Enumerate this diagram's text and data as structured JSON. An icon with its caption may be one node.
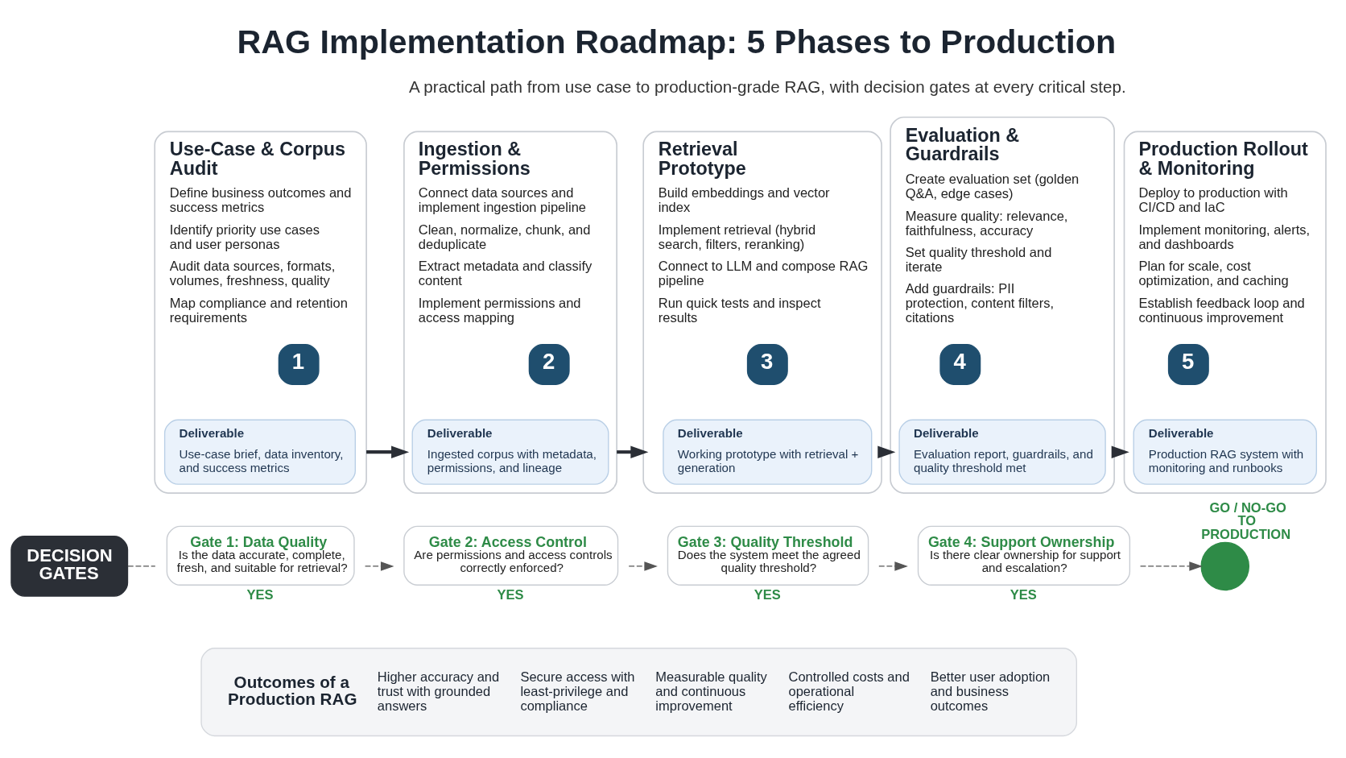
{
  "diagram": {
    "title": "RAG Implementation Roadmap: 5 Phases to Production",
    "nodes": [
      {
        "text": [
          "Use-Case & Corpus Audit",
          "Define business outcomes and success metrics",
          "Identify priority use cases and user personas",
          "Audit data sources, formats, volumes, freshness, quality",
          "Map compliance and retention requirements"
        ]
      },
      {
        "text": [
          "1"
        ],
        "in": 0
      },
      {
        "text": [
          "Deliverable",
          "Use-case brief, data inventory, and success metrics"
        ],
        "in": 0
      },
      {
        "text": [
          "Ingestion & Permissions",
          "Connect data sources and implement ingestion pipeline",
          "Clean, normalize, chunk, and deduplicate",
          "Extract metadata and classify content",
          "Implement permissions and access mapping"
        ]
      },
      {
        "text": [
          "2"
        ],
        "in": 3
      },
      {
        "text": [
          "Deliverable",
          "Ingested corpus with metadata, permissions, and lineage"
        ],
        "in": 3
      },
      {
        "text": [
          "Retrieval Prototype",
          "Build embeddings and vector index",
          "Implement retrieval (hybrid search, filters, reranking)",
          "Connect to LLM and compose RAG pipeline",
          "Run quick tests and inspect results"
        ]
      },
      {
        "text": [
          "3"
        ],
        "in": 6
      },
      {
        "text": [
          "Deliverable",
          "Working prototype with retrieval + generation"
        ],
        "in": 6
      },
      {
        "text": [
          "Evaluation & Guardrails",
          "Create evaluation set (golden Q&A, edge cases)",
          "Measure quality: relevance, faithfulness, accuracy",
          "Set quality threshold and iterate",
          "Add guardrails: PII protection, content filters, citations"
        ]
      },
      {
        "text": [
          "4"
        ],
        "in": 9
      },
      {
        "text": [
          "Deliverable",
          "Evaluation report, guardrails, and quality threshold met"
        ],
        "in": 9
      },
      {
        "text": [
          "Production Rollout & Monitoring",
          "Deploy to production with CI/CD and IaC",
          "Implement monitoring, alerts, and dashboards",
          "Plan for scale, cost optimization, and caching",
          "Establish feedback loop and continuous improvement"
        ]
      },
      {
        "text": [
          "5"
        ],
        "in": 12
      },
      {
        "text": [
          "Deliverable",
          "Production RAG system with monitoring and runbooks"
        ],
        "in": 12
      },
      {
        "text": [
          "DECISION GATES"
        ]
      },
      {
        "text": [
          "Gate 1: Data Quality",
          "Is the data accurate, complete, fresh, and suitable for retrieval?"
        ],
        "beside": [
          "YES"
        ]
      },
      {
        "text": [
          "Gate 2: Access Control",
          "Are permissions and access controls correctly enforced?"
        ],
        "beside": [
          "YES"
        ]
      },
      {
        "text": [
          "Gate 3: Quality Threshold",
          "Does the system meet the agreed quality threshold?"
        ],
        "beside": [
          "YES"
        ]
      },
      {
        "text": [
          "Gate 4: Support Ownership",
          "Is there clear ownership for support and escalation?"
        ],
        "beside": [
          "YES"
        ]
      },
      {
        "text": [],
        "shape": "circle",
        "beside": [
          "GO / NO-GO TO PRODUCTION"
        ]
      },
      {
        "text": [
          "Outcomes of a Production RAG",
          "Higher accuracy and trust with grounded answers",
          "Secure access with least-privilege and compliance",
          "Measurable quality and continuous improvement",
          "Controlled costs and operational efficiency",
          "Better user adoption and business outcomes"
        ]
      }
    ],
    "edges": [
      {
        "from": 0,
        "to": 3,
        "arrow": "to",
        "style": "thick"
      },
      {
        "from": 3,
        "to": 6,
        "arrow": "to",
        "style": "thick"
      },
      {
        "from": 6,
        "to": 9,
        "arrow": "to",
        "style": "thick"
      },
      {
        "from": 9,
        "to": 12,
        "arrow": "to",
        "style": "thick"
      },
      {
        "from": 15,
        "to": 16,
        "arrow": "none",
        "style": "dashed"
      },
      {
        "from": 16,
        "to": 17,
        "arrow": "to",
        "style": "dashed"
      },
      {
        "from": 17,
        "to": 18,
        "arrow": "to",
        "style": "dashed"
      },
      {
        "from": 18,
        "to": 19,
        "arrow": "to",
        "style": "dashed"
      },
      {
        "from": 19,
        "to": 20,
        "arrow": "to",
        "style": "dashed"
      }
    ],
    "labels": [
      "A practical path from use case to production-grade RAG, with decision gates at every critical step."
    ]
  }
}
